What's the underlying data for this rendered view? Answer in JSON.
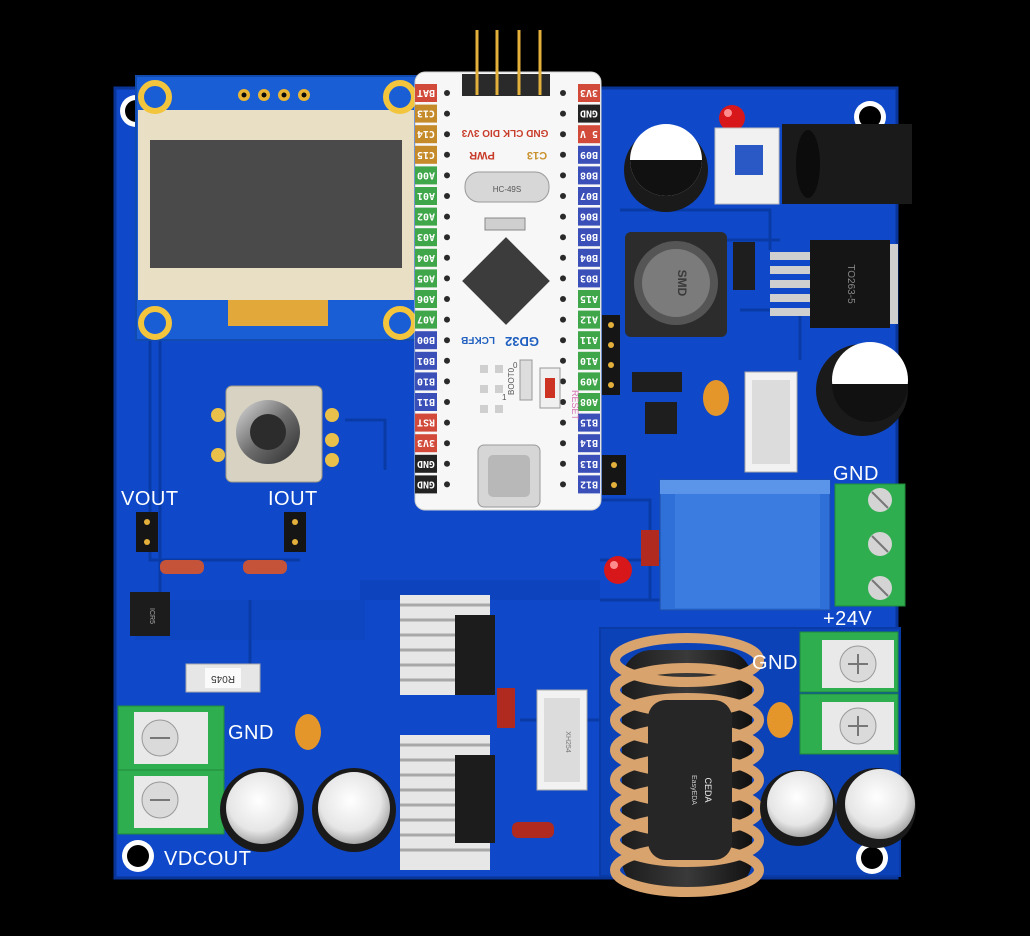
{
  "board": {
    "labels": {
      "vout": "VOUT",
      "iout": "IOUT",
      "gnd_top": "GND",
      "v24": "+24V",
      "gnd_mid": "GND",
      "gnd_left": "GND",
      "vdcout": "VDCOUT"
    },
    "mcu": {
      "left_pins": [
        "BAT",
        "C13",
        "C14",
        "C15",
        "A00",
        "A01",
        "A02",
        "A03",
        "A04",
        "A05",
        "A06",
        "A07",
        "B00",
        "B01",
        "B10",
        "B11",
        "RST",
        "3V3",
        "GND",
        "GND"
      ],
      "right_pins": [
        "3V3",
        "GND",
        "5 V",
        "B09",
        "B08",
        "B07",
        "B06",
        "B05",
        "B04",
        "B03",
        "A15",
        "A12",
        "A11",
        "A10",
        "A09",
        "A08",
        "B15",
        "B14",
        "B13",
        "B12"
      ],
      "left_colors": [
        "#d24a3a",
        "#c58a2a",
        "#c58a2a",
        "#c58a2a",
        "#3fa64a",
        "#3fa64a",
        "#3fa64a",
        "#3fa64a",
        "#3fa64a",
        "#3fa64a",
        "#3fa64a",
        "#3fa64a",
        "#3a4fb8",
        "#3a4fb8",
        "#3a4fb8",
        "#3a4fb8",
        "#d24a3a",
        "#d24a3a",
        "#222222",
        "#222222"
      ],
      "right_colors": [
        "#d24a3a",
        "#222222",
        "#d24a3a",
        "#3a4fb8",
        "#3a4fb8",
        "#3a4fb8",
        "#3a4fb8",
        "#3a4fb8",
        "#3a4fb8",
        "#3a4fb8",
        "#3fa64a",
        "#3fa64a",
        "#3fa64a",
        "#3fa64a",
        "#3fa64a",
        "#3fa64a",
        "#3a4fb8",
        "#3a4fb8",
        "#3a4fb8",
        "#3a4fb8"
      ],
      "swd_labels": "GND CLK DIO 3V3",
      "pwr": "PWR",
      "c13": "C13",
      "crystal": "HC-49S",
      "brand_logo": "LCKFB",
      "brand": "GD32",
      "boot0": "BOOT0",
      "boot0_pin": "0",
      "boot1": "1",
      "reset": "RESET"
    },
    "parts": {
      "inductor_text": "SMD",
      "to263_text": "TO263-5",
      "shunt_text": "R045",
      "ic_text": "ICR5",
      "toroid_text": "CEDA",
      "toroid_sub": "EasyEDA",
      "conn_text": "XH254"
    },
    "colors": {
      "board": "#0f49c9",
      "board_dark": "#0a36a0",
      "silk": "#ffffff",
      "terminal_green": "#2fae4f",
      "relay_blue": "#2f6fd8"
    }
  }
}
